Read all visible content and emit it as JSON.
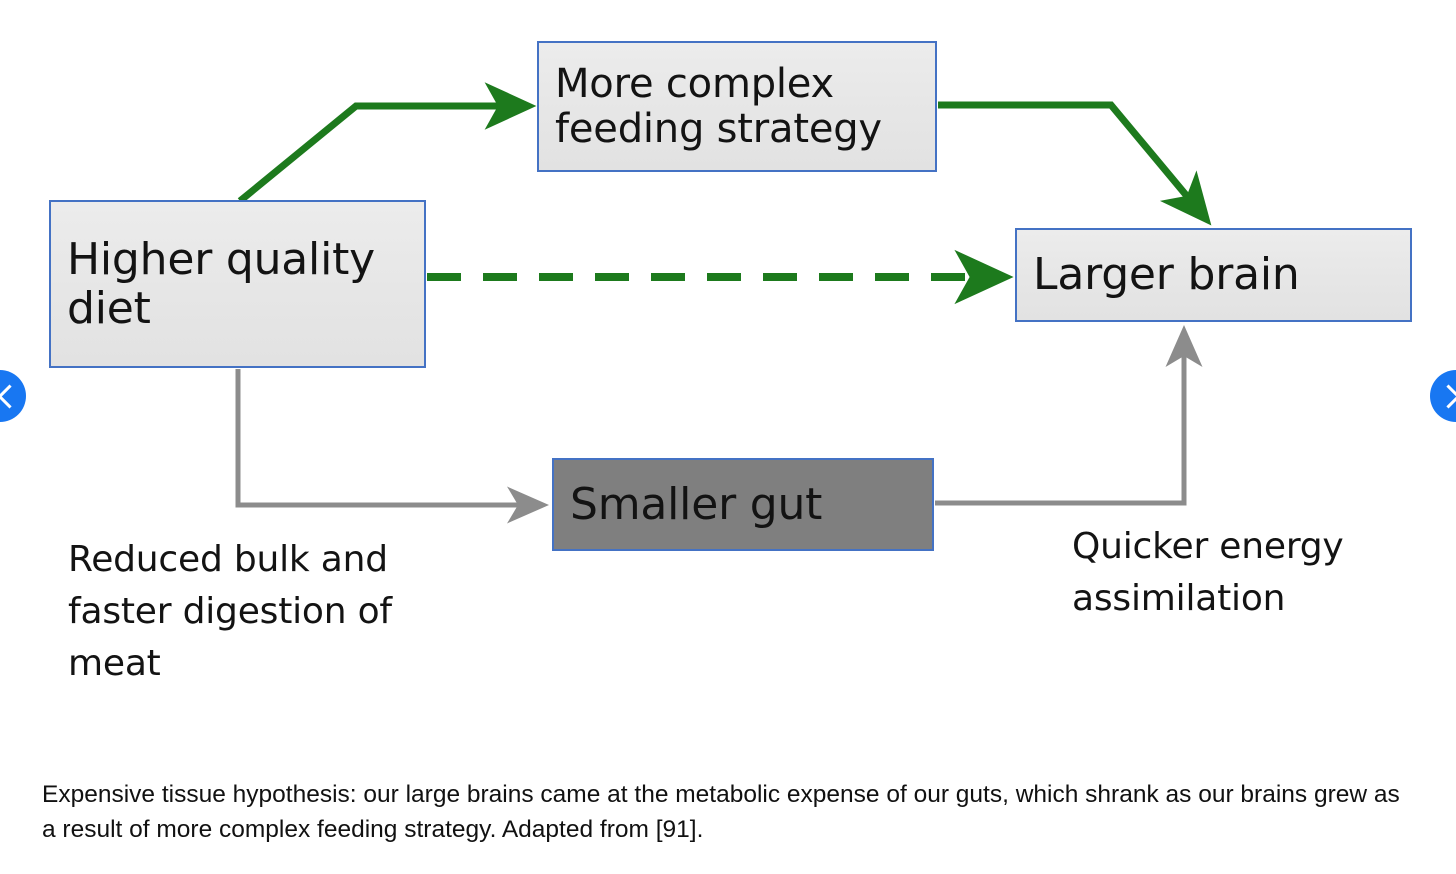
{
  "figure": {
    "title": "Expensive tissue hypothesis diagram",
    "caption": "Expensive tissue hypothesis: our large brains came at the metabolic expense of our guts, which shrank as our brains grew as a result of more complex feeding strategy. Adapted from [91].",
    "colors": {
      "node_border": "#4472c4",
      "node_fill_light": "#e6e6e6",
      "node_fill_dark": "#7f7f7f",
      "edge_green": "#1d7a1d",
      "edge_gray": "#8c8c8c",
      "nav_button": "#1877f2",
      "text": "#131313"
    }
  },
  "nodes": [
    {
      "id": "higher-quality-diet",
      "label": "Higher\nquality diet",
      "fill": "light"
    },
    {
      "id": "feeding-strategy",
      "label": "More complex\nfeeding strategy",
      "fill": "light"
    },
    {
      "id": "larger-brain",
      "label": "Larger brain",
      "fill": "light"
    },
    {
      "id": "smaller-gut",
      "label": "Smaller gut",
      "fill": "dark"
    }
  ],
  "node_labels": {
    "higher_quality_diet": "Higher\nquality diet",
    "feeding_strategy": "More complex\nfeeding strategy",
    "larger_brain": "Larger brain",
    "smaller_gut": "Smaller gut"
  },
  "annotations": {
    "reduced_bulk": "Reduced bulk and faster digestion of meat",
    "quicker_energy": "Quicker energy assimilation"
  },
  "edges": [
    {
      "id": "diet-to-strategy",
      "from": "higher-quality-diet",
      "to": "feeding-strategy",
      "style": "solid",
      "color": "green"
    },
    {
      "id": "strategy-to-brain",
      "from": "feeding-strategy",
      "to": "larger-brain",
      "style": "solid",
      "color": "green"
    },
    {
      "id": "diet-to-brain",
      "from": "higher-quality-diet",
      "to": "larger-brain",
      "style": "dashed",
      "color": "green"
    },
    {
      "id": "diet-to-gut",
      "from": "higher-quality-diet",
      "to": "smaller-gut",
      "style": "solid",
      "color": "gray",
      "label": "Reduced bulk and faster digestion of meat"
    },
    {
      "id": "gut-to-brain",
      "from": "smaller-gut",
      "to": "larger-brain",
      "style": "solid",
      "color": "gray",
      "label": "Quicker energy assimilation"
    }
  ],
  "nav": {
    "prev_icon": "chevron-left-icon",
    "next_icon": "chevron-right-icon"
  }
}
